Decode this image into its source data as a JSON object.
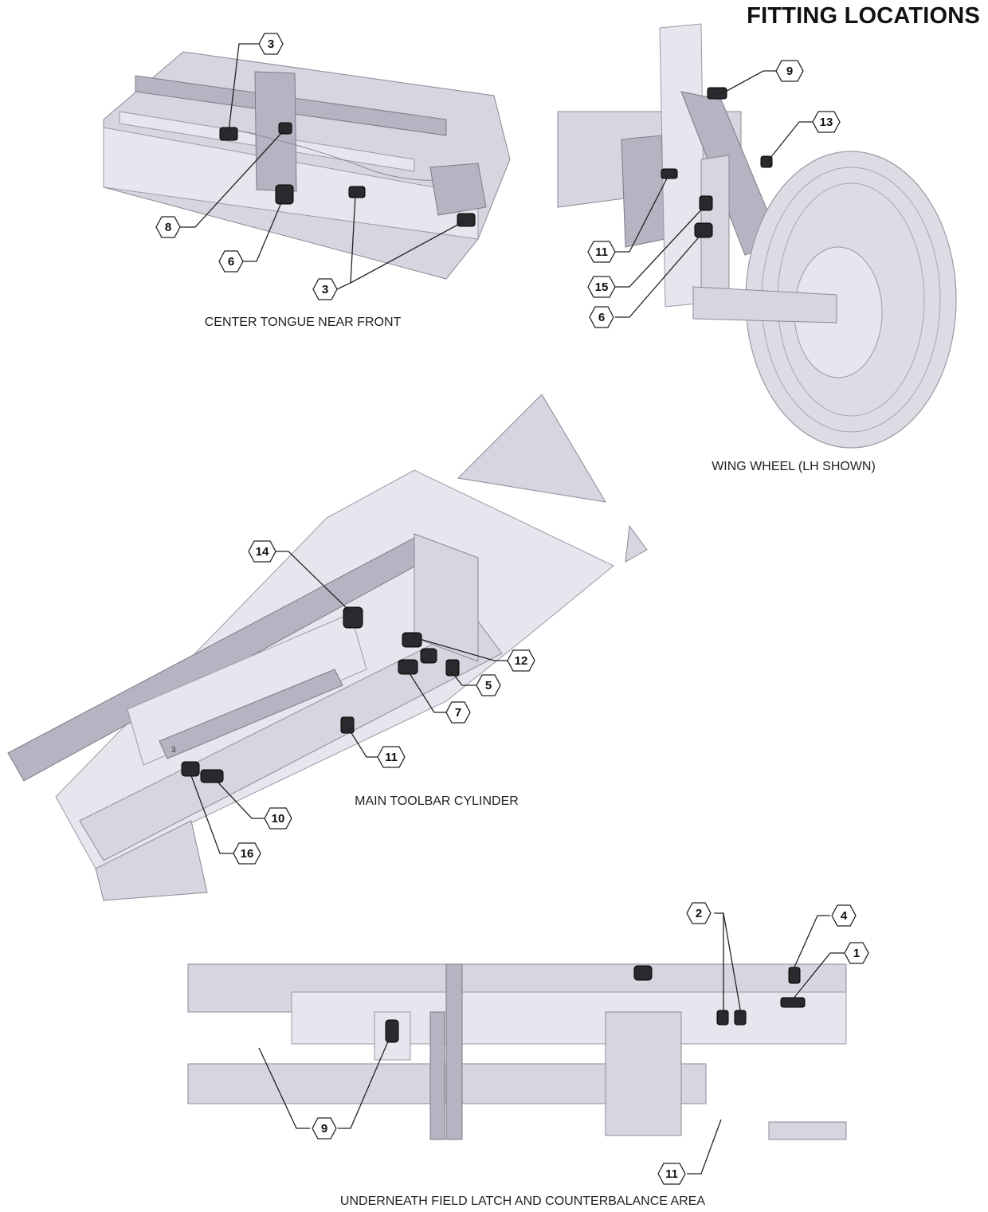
{
  "title": "FITTING LOCATIONS",
  "captions": {
    "center_tongue": "CENTER TONGUE NEAR FRONT",
    "wing_wheel": "WING WHEEL (LH SHOWN)",
    "main_toolbar": "MAIN TOOLBAR CYLINDER",
    "underneath": "UNDERNEATH FIELD LATCH AND COUNTERBALANCE AREA"
  },
  "callouts": {
    "ct_3_top": "3",
    "ct_8": "8",
    "ct_6": "6",
    "ct_3_bottom": "3",
    "ww_9": "9",
    "ww_13": "13",
    "ww_11": "11",
    "ww_15": "15",
    "ww_6": "6",
    "mt_14": "14",
    "mt_12": "12",
    "mt_5": "5",
    "mt_7": "7",
    "mt_11": "11",
    "mt_10": "10",
    "mt_16": "16",
    "mt_3_small": "3",
    "ub_2": "2",
    "ub_4": "4",
    "ub_1": "1",
    "ub_9": "9",
    "ub_11": "11"
  },
  "colors": {
    "steel": "#d6d6e0",
    "steel_dark": "#b4b4c2",
    "fitting": "#2a2a2e",
    "line": "#222222"
  }
}
